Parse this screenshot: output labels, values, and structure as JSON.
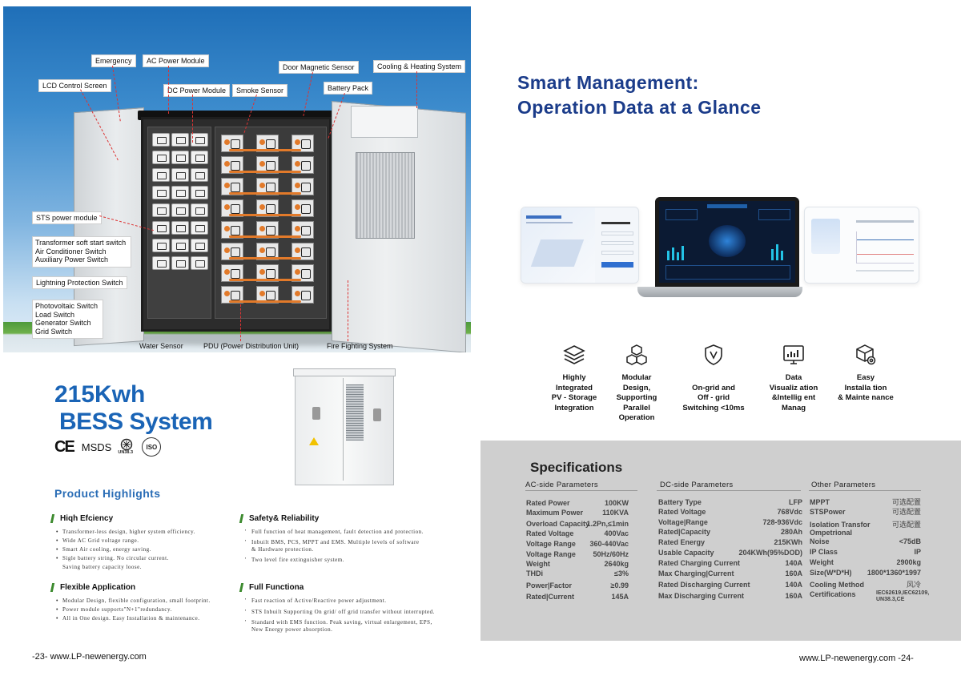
{
  "left_page": {
    "callouts": {
      "emergency": "Emergency",
      "ac_power_module": "AC Power Module",
      "door_magnetic_sensor": "Door Magnetic Sensor",
      "cooling_heating": "Cooling & Heating System",
      "lcd_control_screen": "LCD Control Screen",
      "dc_power_module": "DC Power Module",
      "smoke_sensor": "Smoke Sensor",
      "battery_pack": "Battery Pack",
      "sts_power_module": "STS power module",
      "transformer_group": [
        "Transformer soft start switch",
        "Air Conditioner Switch",
        "Auxiliary Power Switch"
      ],
      "lightning_protection": "Lightning Protection Switch",
      "switch_group": [
        "Photovoltaic Switch",
        "Load Switch",
        "Generator Switch",
        "Grid Switch"
      ],
      "water_sensor": "Water Sensor",
      "pdu": "PDU (Power Distribution Unit)",
      "fire_fighting": "Fire Fighting System"
    },
    "title_line1": "215Kwh",
    "title_line2": "BESS System",
    "certs": {
      "ce": "CE",
      "msds": "MSDS",
      "un": "UN38.3",
      "iso": "ISO"
    },
    "highlights_title": "Product Highlights",
    "highlights": [
      {
        "title": "Hiqh Efciency",
        "items": [
          "Transformer-less design, higher system efficiency.",
          "Wide AC Grid voltage range.",
          "Smart Air cooling, energy saving.",
          "Sigle battery string. No circular current.\nSaving battery capacity loose."
        ]
      },
      {
        "title": "Safety& Reliability",
        "items": [
          "Full function of heat management, fault detection and protection.",
          "Inbuilt BMS, PCS, MPPT and EMS. Multiple levels of software\n& Hardware protection.",
          "Two level fire extinguisher system."
        ]
      },
      {
        "title": "Flexible Application",
        "items": [
          "Modular Design, flexible configuration, small footprint.",
          "Power module supports\"N+1\"redundancy.",
          "All in One design. Easy Installation & maintenance."
        ]
      },
      {
        "title": "Full Functiona",
        "items": [
          "Fast reaction of Active/Reactive power adjustment.",
          "STS Inbuilt Supporting On grid/ off grid transfer without interrupted.",
          "Standard with EMS function. Peak saving, virtual enlargement, EPS,\nNew Energy power absorption."
        ]
      }
    ],
    "footer": "-23-  www.LP-newenergy.com"
  },
  "right_page": {
    "headline_line1": "Smart  Management:",
    "headline_line2": "Operation  Data  at  a  Glance",
    "features": [
      {
        "icon": "layers-icon",
        "label": "Highly\nIntegrated\nPV - Storage\nIntegration"
      },
      {
        "icon": "cubes-icon",
        "label": "Modular\nDesign,\nSupporting\nParallel\nOperation"
      },
      {
        "icon": "shield-v-icon",
        "label": "On-grid and\nOff - grid\nSwitching <10ms"
      },
      {
        "icon": "chart-monitor-icon",
        "label": "Data\nVisualiz ation\n&Intellig ent\nManag"
      },
      {
        "icon": "box-gear-icon",
        "label": "Easy\nInstalla tion\n& Mainte nance"
      }
    ],
    "specs_title": "Specifications",
    "ac_title": "AC-side  Parameters",
    "dc_title": "DC-side  Parameters",
    "other_title": "Other  Parameters",
    "ac": [
      {
        "k": "Rated Power",
        "v": "100KW"
      },
      {
        "k": "Maximum Power",
        "v": "110KVA"
      },
      {
        "k": "Overload Capacity",
        "v": "1.2Pn,≤1min"
      },
      {
        "k": "Rated Voltage",
        "v": "400Vac"
      },
      {
        "k": "Voltage Range",
        "v": "360-440Vac"
      },
      {
        "k": "Voltage Range",
        "v": "50Hz/60Hz"
      },
      {
        "k": "Weight",
        "v": "2640kg"
      },
      {
        "k": "THDi",
        "v": "≤3%"
      },
      {
        "k": "Power|Factor",
        "v": "≥0.99"
      },
      {
        "k": "Rated|Current",
        "v": "145A"
      }
    ],
    "dc": [
      {
        "k": "Battery Type",
        "v": "LFP"
      },
      {
        "k": "Rated Voltage",
        "v": "768Vdc"
      },
      {
        "k": "Voltage|Range",
        "v": "728-936Vdc"
      },
      {
        "k": "Rated|Capacity",
        "v": "280Ah"
      },
      {
        "k": "Rated Energy",
        "v": "215KWh"
      },
      {
        "k": "Usable Capacity",
        "v": "204KWh(95%DOD)"
      },
      {
        "k": "Rated Charging Current",
        "v": "140A"
      },
      {
        "k": "Max Charging|Current",
        "v": "160A"
      },
      {
        "k": "Rated Discharging Current",
        "v": "140A"
      },
      {
        "k": "Max Discharging Current",
        "v": "160A"
      }
    ],
    "other": [
      {
        "k": "MPPT",
        "v": "可选配置"
      },
      {
        "k": "STSPower",
        "v": "可选配置"
      },
      {
        "k": "Isolation Transfor",
        "v": "可选配置"
      },
      {
        "k": "Ompetrional",
        "v": ""
      },
      {
        "k": "Noise",
        "v": "<75dB"
      },
      {
        "k": "IP Class",
        "v": "IP"
      },
      {
        "k": "Weight",
        "v": "2900kg"
      },
      {
        "k": "Size(W*D*H)",
        "v": "1800*1360*1997"
      },
      {
        "k": "Cooling Method",
        "v": "风冷"
      },
      {
        "k": "Certifications",
        "v": "IEC62619,IEC62109,\nUN38.3,CE"
      }
    ],
    "footer": "www.LP-newenergy.com  -24-"
  }
}
